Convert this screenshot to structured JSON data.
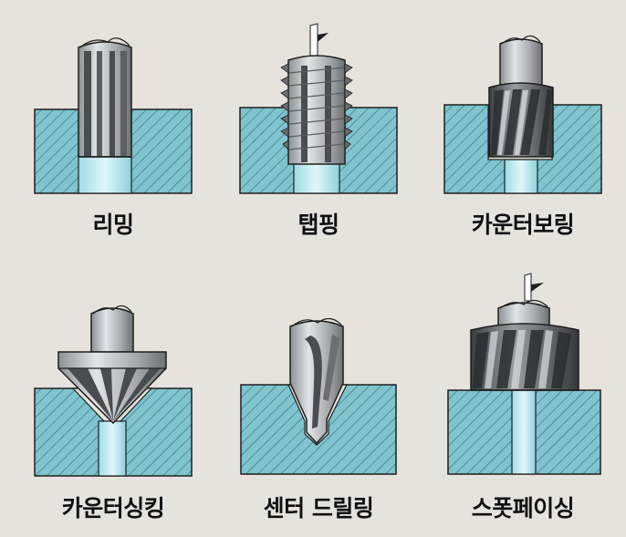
{
  "operations": [
    {
      "label": "리밍",
      "tool": "reamer-icon"
    },
    {
      "label": "탭핑",
      "tool": "tap-icon"
    },
    {
      "label": "카운터보링",
      "tool": "counterbore-icon"
    },
    {
      "label": "카운터싱킹",
      "tool": "countersink-icon"
    },
    {
      "label": "센터 드릴링",
      "tool": "center-drill-icon"
    },
    {
      "label": "스폿페이싱",
      "tool": "spotfacing-cutter-icon"
    }
  ],
  "colors": {
    "background": "#e6e2dc",
    "workpiece": "#7fc4cf",
    "hatch": "#3d6f78",
    "bore": "#c4eef5",
    "tool_light": "#c3c6c8",
    "tool_dark": "#4a4d50",
    "outline": "#1e1e1e"
  }
}
